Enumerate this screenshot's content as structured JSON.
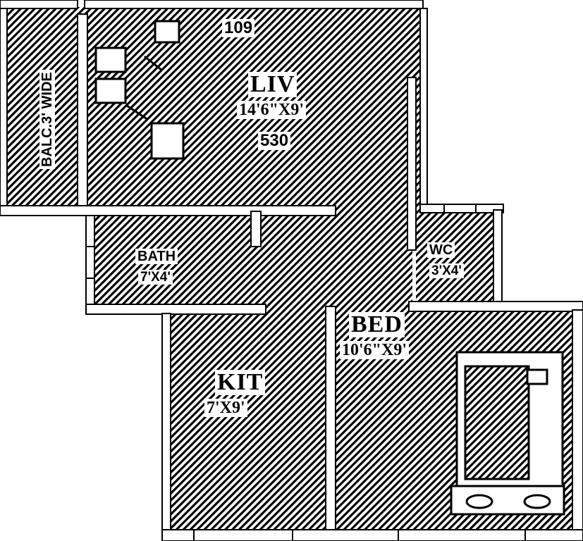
{
  "plan": {
    "rooms": [
      {
        "id": "liv",
        "name": "LIV",
        "dimensions": "14'6\"X9'",
        "area": "530"
      },
      {
        "id": "bath",
        "name": "BATH",
        "dimensions": "7'X4'"
      },
      {
        "id": "wc",
        "name": "WC",
        "dimensions": "3'X4'"
      },
      {
        "id": "kit",
        "name": "KIT",
        "dimensions": "7'X9'"
      },
      {
        "id": "bed",
        "name": "BED",
        "dimensions": "10'6\"X9'"
      },
      {
        "id": "balc",
        "name": "BALC.3' WIDE"
      }
    ],
    "top_code": "109"
  },
  "colors": {
    "hatch": "#000000",
    "paper": "#ffffff",
    "wall": "#ffffff"
  }
}
